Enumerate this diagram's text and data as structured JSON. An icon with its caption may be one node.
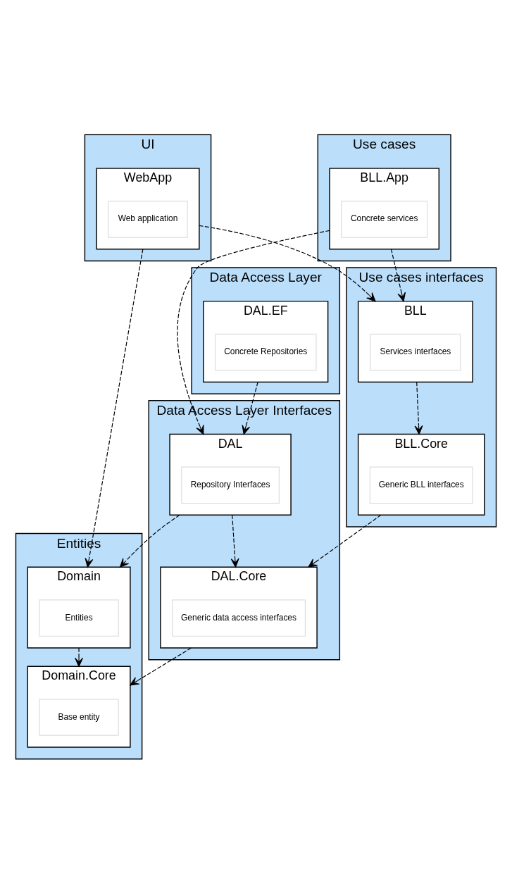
{
  "diagram": {
    "nodes": [
      {
        "text": [
          "UI"
        ]
      },
      {
        "text": [
          "WebApp"
        ],
        "in": 0
      },
      {
        "text": [
          "Web application"
        ],
        "in": 1
      },
      {
        "text": [
          "Use cases"
        ]
      },
      {
        "text": [
          "BLL.App"
        ],
        "in": 3
      },
      {
        "text": [
          "Concrete services"
        ],
        "in": 4
      },
      {
        "text": [
          "Use cases interfaces"
        ]
      },
      {
        "text": [
          "BLL"
        ],
        "in": 6
      },
      {
        "text": [
          "Services interfaces"
        ],
        "in": 7
      },
      {
        "text": [
          "BLL.Core"
        ],
        "in": 6
      },
      {
        "text": [
          "Generic BLL interfaces"
        ],
        "in": 9
      },
      {
        "text": [
          "Entities"
        ]
      },
      {
        "text": [
          "Domain"
        ],
        "in": 11
      },
      {
        "text": [
          "Entities"
        ],
        "in": 12
      },
      {
        "text": [
          "Domain.Core"
        ],
        "in": 11
      },
      {
        "text": [
          "Base entity"
        ],
        "in": 14
      },
      {
        "text": [
          "Data Access Layer Interfaces"
        ]
      },
      {
        "text": [
          "DAL"
        ],
        "in": 16
      },
      {
        "text": [
          "Repository Interfaces"
        ],
        "in": 17
      },
      {
        "text": [
          "DAL.Core"
        ],
        "in": 16
      },
      {
        "text": [
          "Generic data access interfaces"
        ],
        "in": 19
      },
      {
        "text": [
          "Data Access Layer"
        ]
      },
      {
        "text": [
          "DAL.EF"
        ],
        "in": 21
      },
      {
        "text": [
          "Concrete Repositories"
        ],
        "in": 22
      }
    ],
    "edges": [
      {
        "from": 1,
        "to": 7,
        "arrow": "to",
        "style": "dashed"
      },
      {
        "from": 1,
        "to": 12,
        "arrow": "to",
        "style": "dashed"
      },
      {
        "from": 4,
        "to": 7,
        "arrow": "to",
        "style": "dashed"
      },
      {
        "from": 7,
        "to": 9,
        "arrow": "to",
        "style": "dashed"
      },
      {
        "from": 4,
        "to": 17,
        "arrow": "to",
        "style": "dashed"
      },
      {
        "from": 9,
        "to": 19,
        "arrow": "to",
        "style": "dashed"
      },
      {
        "from": 17,
        "to": 12,
        "arrow": "to",
        "style": "dashed"
      },
      {
        "from": 12,
        "to": 14,
        "arrow": "to",
        "style": "dashed"
      },
      {
        "from": 17,
        "to": 19,
        "arrow": "to",
        "style": "dashed"
      },
      {
        "from": 19,
        "to": 14,
        "arrow": "to",
        "style": "dashed"
      },
      {
        "from": 22,
        "to": 17,
        "arrow": "to",
        "style": "dashed"
      }
    ]
  }
}
